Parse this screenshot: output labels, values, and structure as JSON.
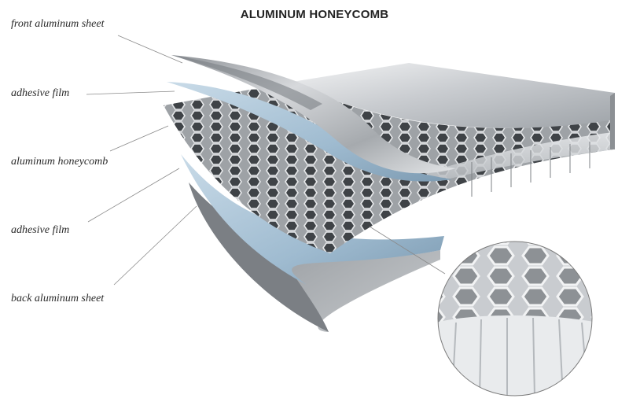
{
  "title": "ALUMINUM HONEYCOMB",
  "labels": {
    "front_sheet": "front aluminum sheet",
    "adhesive_film_top": "adhesive film",
    "honeycomb_core": "aluminum honeycomb",
    "adhesive_film_bottom": "adhesive film",
    "back_sheet": "back aluminum sheet"
  },
  "colors": {
    "aluminum_light": "#e4e6e8",
    "aluminum_mid": "#a9adb1",
    "aluminum_dark": "#6f7377",
    "adhesive_blue": "#a9c4d8",
    "leader_line": "#8a8a8a",
    "text": "#2a2a2a"
  }
}
